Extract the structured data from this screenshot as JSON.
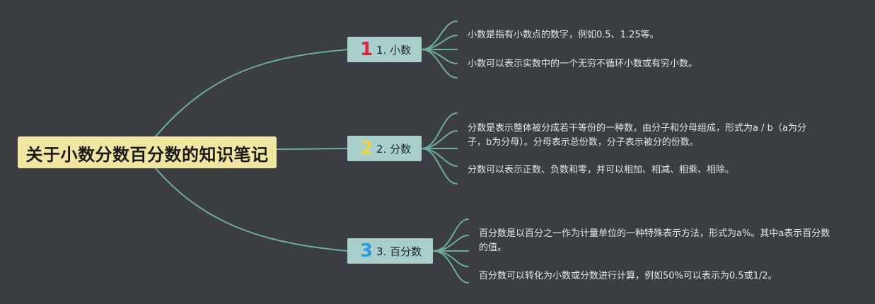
{
  "colors": {
    "background": "#3a3e42",
    "line": "#6cae9a",
    "root_fill": "#f0e6a0",
    "topic_fill": "#a9cfcc",
    "num_1": "#e0243a",
    "num_2": "#f2d23c",
    "num_3": "#2b9ae0"
  },
  "root": {
    "title": "关于小数分数百分数的知识笔记"
  },
  "topics": [
    {
      "num": "1",
      "label": "1. 小数",
      "notes": [
        "小数是指有小数点的数字，例如0.5、1.25等。",
        "小数可以表示实数中的一个无穷不循环小数或有穷小数。"
      ]
    },
    {
      "num": "2",
      "label": "2. 分数",
      "notes": [
        "分数是表示整体被分成若干等份的一种数，由分子和分母组成，形式为a / b（a为分子，b为分母）。分母表示总份数，分子表示被分的份数。",
        "分数可以表示正数、负数和零，并可以相加、相减、相乘、相除。"
      ]
    },
    {
      "num": "3",
      "label": "3. 百分数",
      "notes": [
        "百分数是以百分之一作为计量单位的一种特殊表示方法，形式为a%。其中a表示百分数的值。",
        "百分数可以转化为小数或分数进行计算，例如50%可以表示为0.5或1/2。"
      ]
    }
  ]
}
